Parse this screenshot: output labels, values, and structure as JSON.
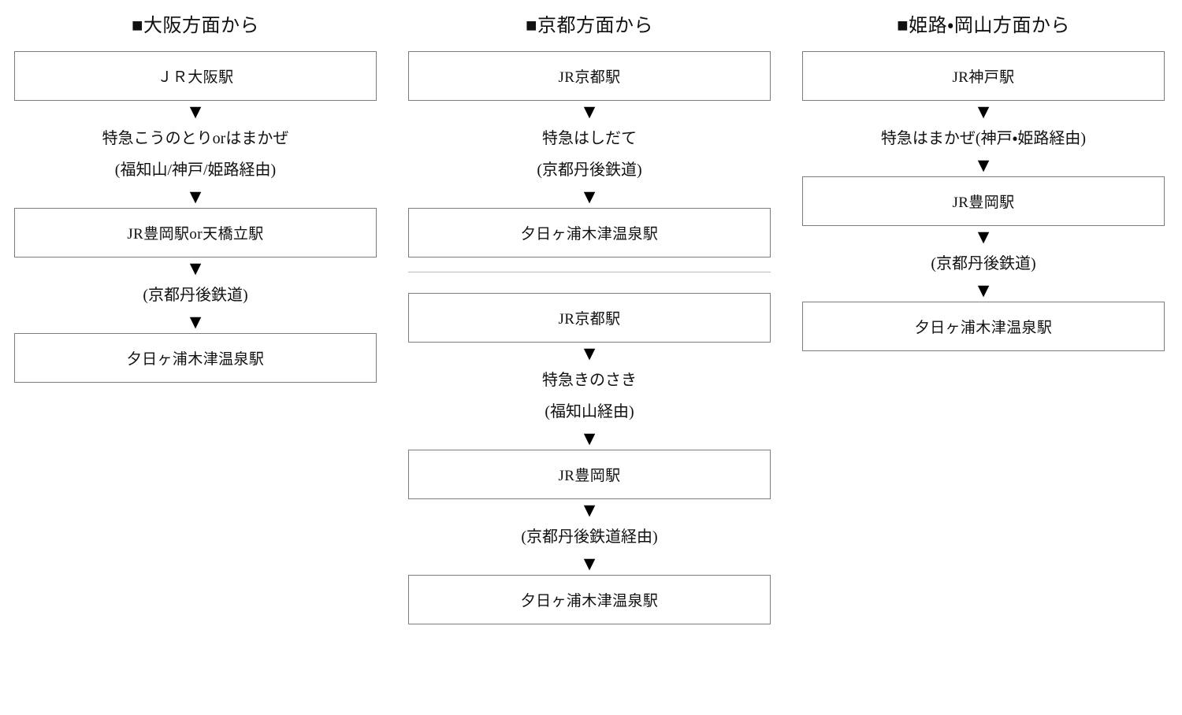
{
  "page": {
    "background": "#ffffff",
    "box_border_color": "#7d7d7d",
    "divider_color": "#bcbcbc",
    "text_color": "#111111",
    "arrow_glyph": "▼",
    "bullet_glyph": "■"
  },
  "columns": [
    {
      "title": "■大阪方面から",
      "flows": [
        {
          "steps": [
            {
              "kind": "box",
              "text": "ＪＲ大阪駅"
            },
            {
              "kind": "arrow",
              "text": "▼"
            },
            {
              "kind": "note",
              "text": "特急こうのとりorはまかぜ"
            },
            {
              "kind": "note",
              "text": "(福知山/神戸/姫路経由)"
            },
            {
              "kind": "arrow",
              "text": "▼"
            },
            {
              "kind": "box",
              "text": "JR豊岡駅or天橋立駅"
            },
            {
              "kind": "arrow",
              "text": "▼"
            },
            {
              "kind": "note",
              "text": "(京都丹後鉄道)"
            },
            {
              "kind": "arrow",
              "text": "▼"
            },
            {
              "kind": "box",
              "text": "夕日ヶ浦木津温泉駅"
            }
          ]
        }
      ]
    },
    {
      "title": "■京都方面から",
      "flows": [
        {
          "steps": [
            {
              "kind": "box",
              "text": "JR京都駅"
            },
            {
              "kind": "arrow",
              "text": "▼"
            },
            {
              "kind": "note",
              "text": "特急はしだて"
            },
            {
              "kind": "note",
              "text": "(京都丹後鉄道)"
            },
            {
              "kind": "arrow",
              "text": "▼"
            },
            {
              "kind": "box",
              "text": "夕日ヶ浦木津温泉駅"
            }
          ]
        },
        {
          "divider_before": true,
          "steps": [
            {
              "kind": "box",
              "text": "JR京都駅"
            },
            {
              "kind": "arrow",
              "text": "▼"
            },
            {
              "kind": "note",
              "text": "特急きのさき"
            },
            {
              "kind": "note",
              "text": "(福知山経由)"
            },
            {
              "kind": "arrow",
              "text": "▼"
            },
            {
              "kind": "box",
              "text": "JR豊岡駅"
            },
            {
              "kind": "arrow",
              "text": "▼"
            },
            {
              "kind": "note",
              "text": "(京都丹後鉄道経由)"
            },
            {
              "kind": "arrow",
              "text": "▼"
            },
            {
              "kind": "box",
              "text": "夕日ヶ浦木津温泉駅"
            }
          ]
        }
      ]
    },
    {
      "title": "■姫路・岡山方面から",
      "flows": [
        {
          "steps": [
            {
              "kind": "box",
              "text": "JR神戸駅"
            },
            {
              "kind": "arrow",
              "text": "▼"
            },
            {
              "kind": "note",
              "text": "特急はまかぜ(神戸・姫路経由)"
            },
            {
              "kind": "arrow",
              "text": "▼"
            },
            {
              "kind": "box",
              "text": "JR豊岡駅"
            },
            {
              "kind": "arrow",
              "text": "▼"
            },
            {
              "kind": "note",
              "text": "(京都丹後鉄道)"
            },
            {
              "kind": "arrow",
              "text": "▼"
            },
            {
              "kind": "box",
              "text": "夕日ヶ浦木津温泉駅"
            }
          ]
        }
      ]
    }
  ]
}
